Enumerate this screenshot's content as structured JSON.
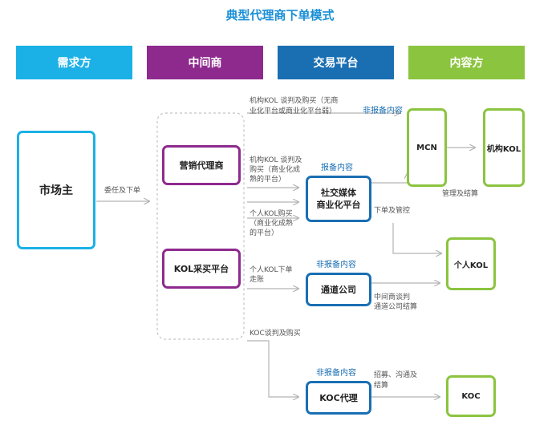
{
  "title": "典型代理商下单模式",
  "headers": {
    "demand": "需求方",
    "middleman": "中间商",
    "platform": "交易平台",
    "content": "内容方"
  },
  "nodes": {
    "advertiser": "市场主",
    "marketing_agency": "营销代理商",
    "kol_buying_platform": "KOL采买平台",
    "social_platform_line1": "社交媒体",
    "social_platform_line2": "商业化平台",
    "channel_company": "通道公司",
    "koc_agency": "KOC代理",
    "mcn": "MCN",
    "institutional_kol": "机构KOL",
    "individual_kol": "个人KOL",
    "koc": "KOC"
  },
  "labels": {
    "entrust": "委任及下单",
    "kol_negotiate_line1": "机构KOL 谈判及购买（无商",
    "kol_negotiate_line2": "业化平台或商业化平台弱）",
    "non_report_top": "非报备内容",
    "kol_commercial_line1": "机构KOL 谈判及",
    "kol_commercial_line2": "购买（商业化成",
    "kol_commercial_line3": "熟的平台）",
    "report_content": "报备内容",
    "personal_kol_line1": "个人KOL购买",
    "personal_kol_line2": "（商业化成熟",
    "personal_kol_line3": "的平台）",
    "order_control": "下单及管控",
    "manage_settle": "管理及结算",
    "personal_order_line1": "个人KOL下单",
    "personal_order_line2": "走账",
    "non_report_mid": "非报备内容",
    "middleman_negotiate_line1": "中间商谈判",
    "middleman_negotiate_line2": "通道公司结算",
    "koc_negotiate": "KOC谈判及购买",
    "non_report_bottom": "非报备内容",
    "recruit_line1": "招募、沟通及",
    "recruit_line2": "结算"
  },
  "colors": {
    "cyan": "#1bb1e6",
    "purple": "#8e2a8e",
    "blue": "#1a6fb3",
    "green": "#8bc43f",
    "title": "#1a8fd6",
    "arrow": "#b3b3b3"
  }
}
